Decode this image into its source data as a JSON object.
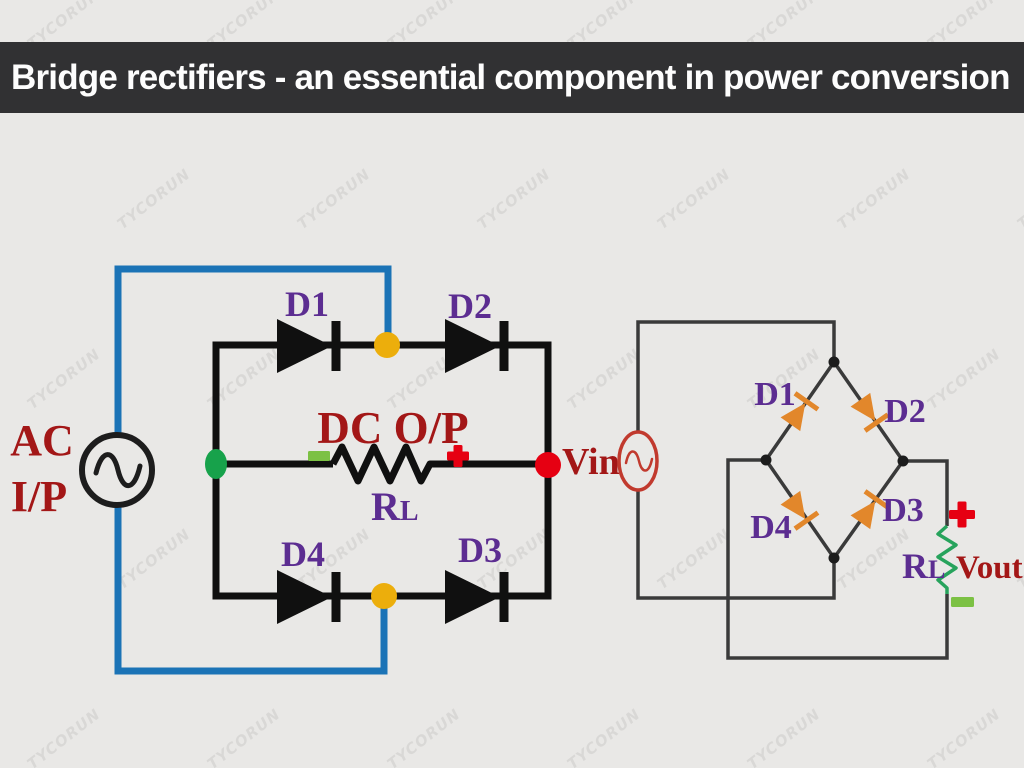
{
  "title_bar": {
    "title": "Bridge rectifiers - an essential component in power conversion"
  },
  "watermark": {
    "text": "TYCORUN"
  },
  "left_circuit": {
    "description": "Full-wave bridge rectifier schematic with AC input and DC output across load resistor",
    "ac_source": {
      "line1": "AC",
      "line2": "I/P"
    },
    "diode_labels": {
      "d1": "D1",
      "d2": "D2",
      "d3": "D3",
      "d4": "D4"
    },
    "dc_output_label": "DC O/P",
    "load_resistor": {
      "symbol": "R",
      "subscript": "L"
    }
  },
  "right_circuit": {
    "description": "Diamond-style bridge rectifier schematic with Vin source and Vout across load resistor",
    "source_label": "Vin",
    "diode_labels": {
      "d1": "D1",
      "d2": "D2",
      "d3": "D3",
      "d4": "D4"
    },
    "load_resistor": {
      "symbol": "R",
      "subscript": "L"
    },
    "output_label": "Vout"
  },
  "colors": {
    "background": "#e9e8e6",
    "title_bar_bg": "#313133",
    "title_text": "#fdfdfd",
    "wire_black": "#101010",
    "wire_blue": "#1b73b6",
    "wire_gray": "#3a3a3a",
    "node_yellow": "#ecae0c",
    "node_green": "#17a24b",
    "node_red": "#e60012",
    "junction_black": "#1c1c1c",
    "diode_orange": "#e2872b",
    "label_purple": "#5c2d91",
    "label_dark_red": "#a31717",
    "source_red_outline": "#c13a2e",
    "resistor_green": "#27a35c",
    "plus_red": "#e60012",
    "minus_green": "#7cc144"
  }
}
